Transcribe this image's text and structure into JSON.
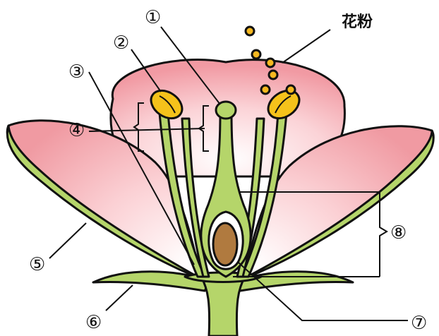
{
  "labels": {
    "n1": "①",
    "n2": "②",
    "n3": "③",
    "n4": "④",
    "n5": "⑤",
    "n6": "⑥",
    "n7": "⑦",
    "n8": "⑧",
    "pollen": "花粉"
  },
  "colors": {
    "petal": "#f4a9b0",
    "petal_light": "#fde6e8",
    "green": "#b5d56a",
    "green_dark": "#9cc04f",
    "anther": "#f5c21b",
    "ovule": "#b07a3f",
    "pollen": "#f5b820",
    "outline": "#111111"
  }
}
